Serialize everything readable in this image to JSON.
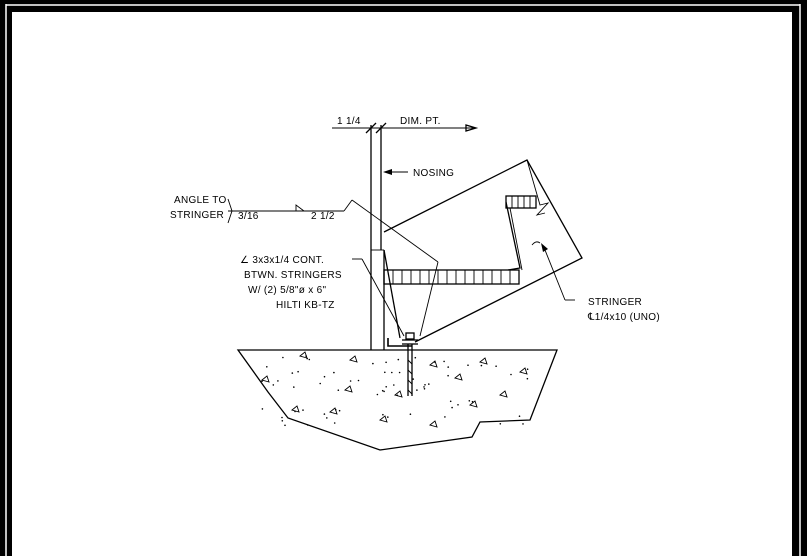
{
  "dimensions": {
    "offset": "1 1/4",
    "reference": "DIM. PT."
  },
  "callouts": {
    "nosing": "NOSING",
    "weld": {
      "line1": "ANGLE TO",
      "line2": "STRINGER",
      "size": "3/16",
      "length": "2 1/2"
    },
    "angle": {
      "line1": "∠ 3x3x1/4 CONT.",
      "line2": "BTWN. STRINGERS",
      "line3": "W/ (2) 5/8\"ø x 6\"",
      "line4": "HILTI KB-TZ"
    },
    "stringer": {
      "line1": "STRINGER",
      "line2": "℄1/4x10 (UNO)"
    }
  },
  "colors": {
    "frame": "#000000",
    "paper": "#ffffff",
    "ink": "#000000"
  }
}
